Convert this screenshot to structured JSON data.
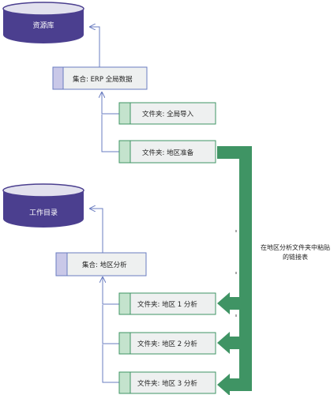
{
  "repositories": {
    "top": {
      "label": "资源库"
    },
    "bottom": {
      "label": "工作目录"
    }
  },
  "top_group": {
    "collection": {
      "label": "集合: ERP 全局数据"
    },
    "folders": [
      {
        "label": "文件夹: 全局导入"
      },
      {
        "label": "文件夹: 地区准备"
      }
    ]
  },
  "bottom_group": {
    "collection": {
      "label": "集合: 地区分析"
    },
    "folders": [
      {
        "label": "文件夹: 地区 1 分析"
      },
      {
        "label": "文件夹: 地区 2 分析"
      },
      {
        "label": "文件夹: 地区 3 分析"
      }
    ]
  },
  "annotation": {
    "line1": "在地区分析文件夹中粘贴",
    "line2": "的链接表"
  },
  "colors": {
    "cylinder_fill": "#4b3f8f",
    "cylinder_top": "#e2e1ee",
    "collection_tab": "#c9c8e8",
    "folder_tab": "#c4e3cd",
    "box_fill": "#eef0f0",
    "connector": "#6a7cc0",
    "big_arrow": "#3f9464"
  }
}
